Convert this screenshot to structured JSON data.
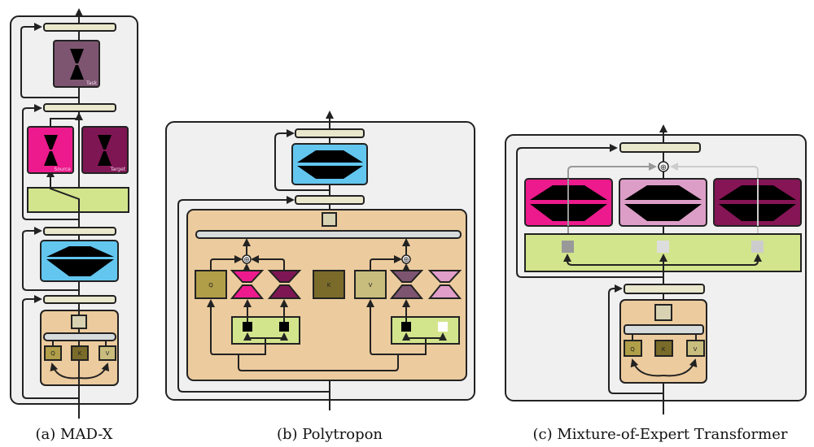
{
  "figure": {
    "panels": [
      {
        "id": "a",
        "caption": "(a) MAD-X",
        "adapters": {
          "task": {
            "label": "Task",
            "color": "#7e5571"
          },
          "source": {
            "label": "Source",
            "color": "#ec1a8c"
          },
          "target": {
            "label": "Target",
            "color": "#7f1654"
          }
        },
        "qkv": [
          "Q",
          "K",
          "V"
        ]
      },
      {
        "id": "b",
        "caption": "(b) Polytropon",
        "qkv": [
          "Q",
          "K",
          "V"
        ],
        "adapter_colors": [
          "#ec1a8c",
          "#7f1654",
          "#7e5571",
          "#e19ec8"
        ]
      },
      {
        "id": "c",
        "caption": "(c) Mixture-of-Expert Transformer",
        "qkv": [
          "Q",
          "K",
          "V"
        ],
        "expert_colors": [
          "#ec1a8c",
          "#dc9ec7",
          "#861556"
        ],
        "router_colors": [
          "#999999",
          "#dddddd",
          "#cccccc"
        ]
      }
    ],
    "colors": {
      "panel_bg": "#f0f0f0",
      "layer_norm": "#e9e7cc",
      "attention_block": "#eccb9e",
      "ffn": "#63c6ef",
      "router": "#d2e58c",
      "q": "#b19e48",
      "k": "#7a6b2a",
      "v": "#c9bd7e"
    },
    "symbols": {
      "sum": "⊕"
    }
  }
}
